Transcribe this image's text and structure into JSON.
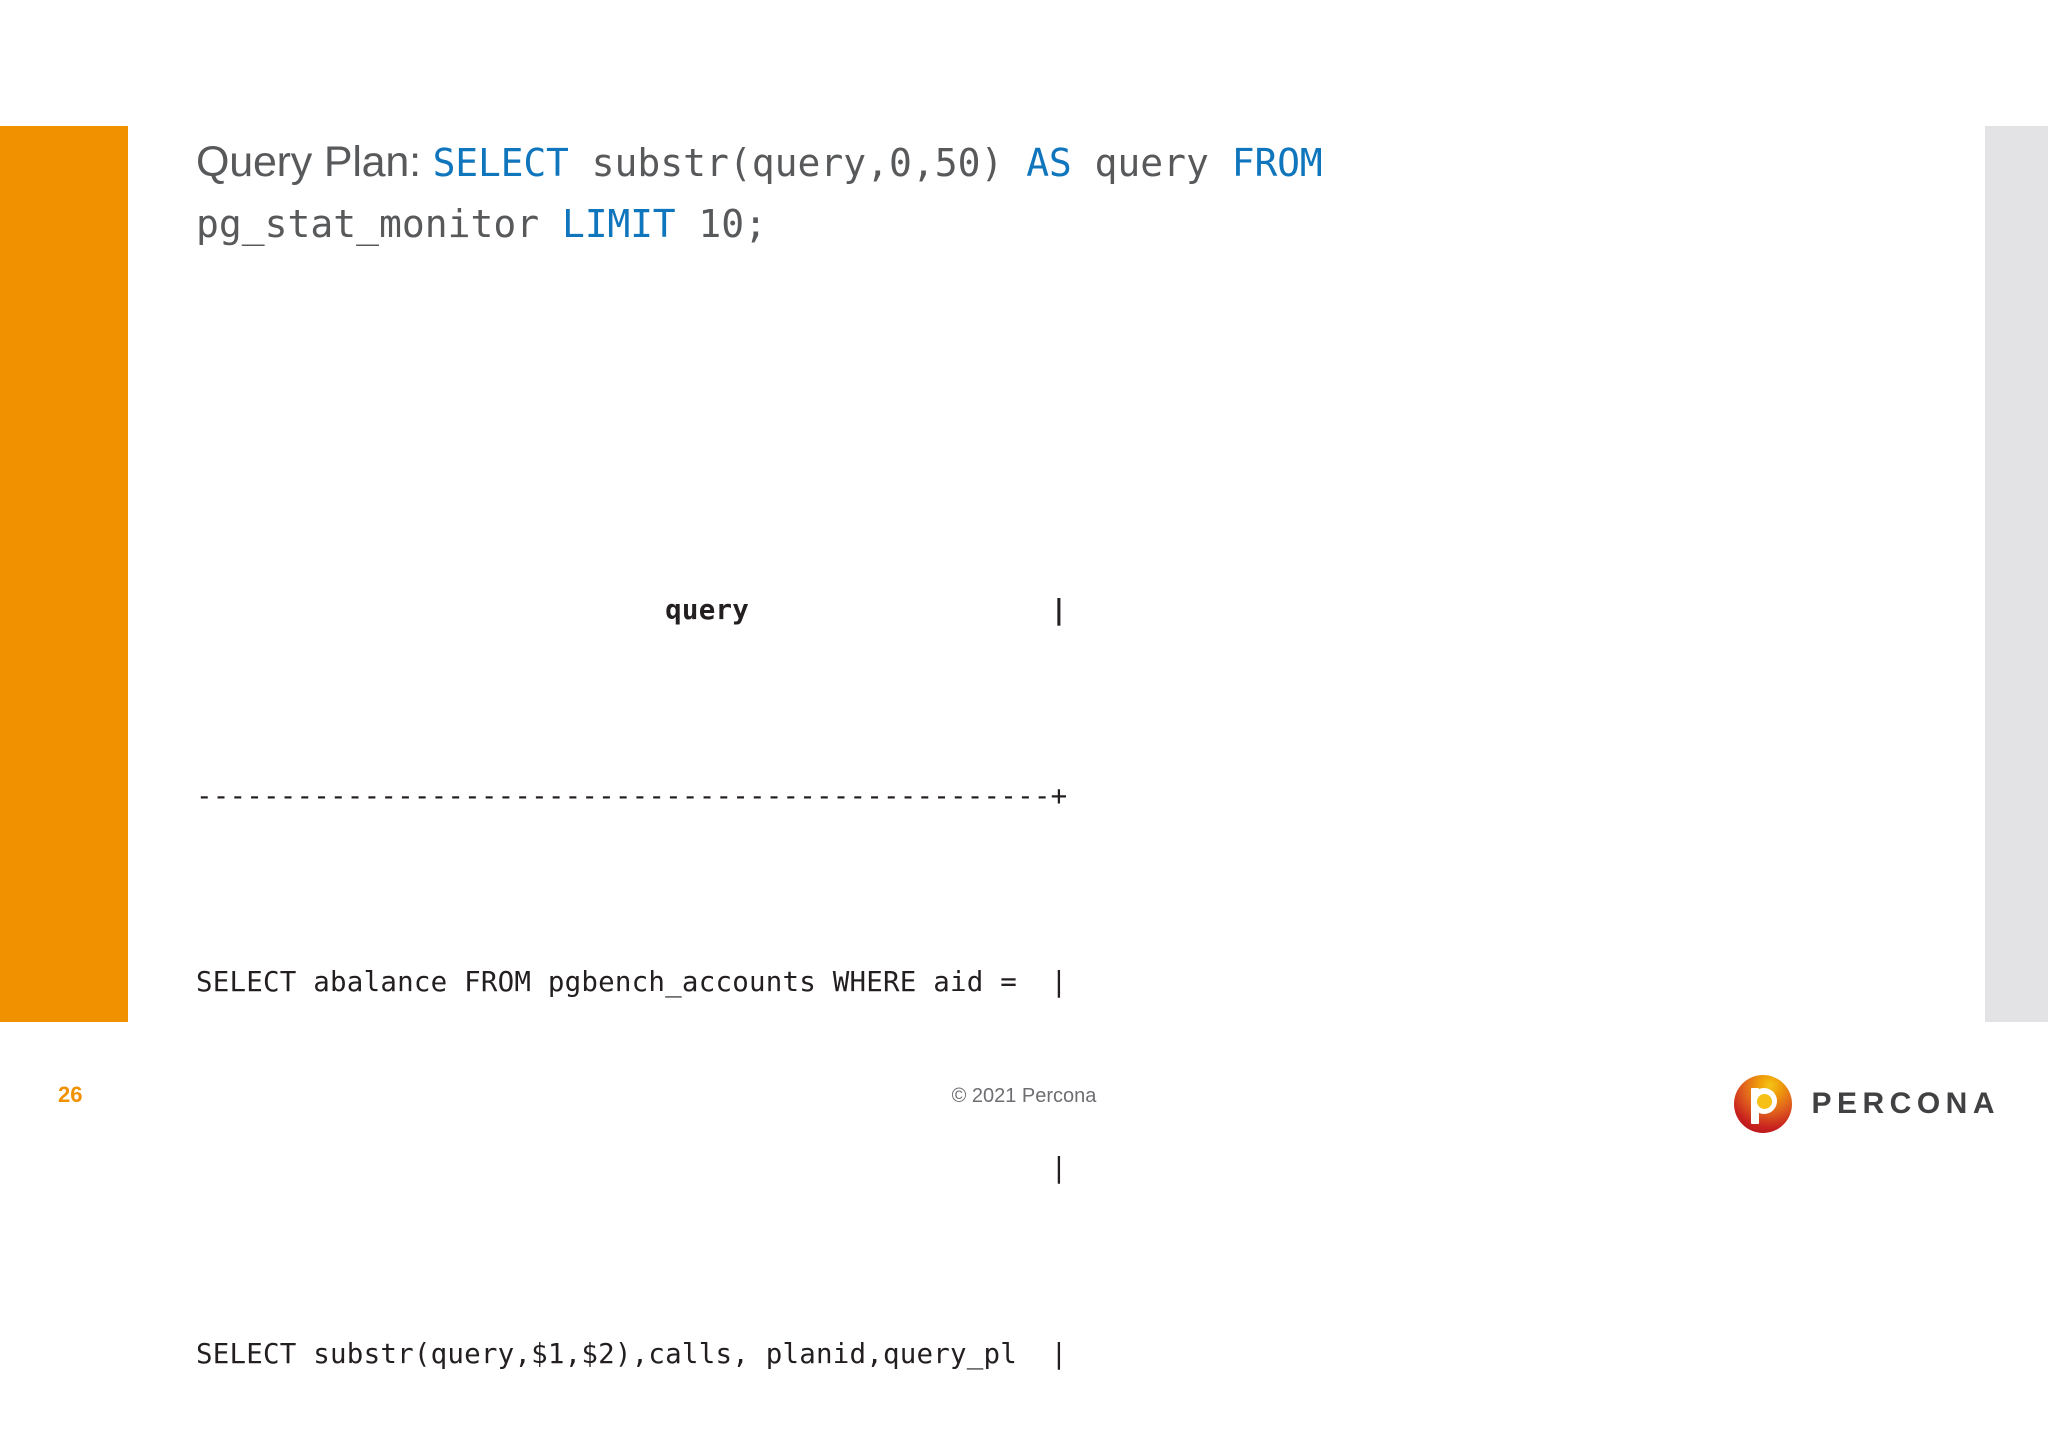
{
  "slide": {
    "title_label": "Query Plan: ",
    "title_tokens": [
      {
        "text": "SELECT",
        "kind": "keyword"
      },
      {
        "text": " substr(query,0,50) ",
        "kind": "code"
      },
      {
        "text": "AS",
        "kind": "keyword"
      },
      {
        "text": " query ",
        "kind": "code"
      },
      {
        "text": "FROM",
        "kind": "keyword"
      },
      {
        "text": " pg_stat_monitor ",
        "kind": "code"
      },
      {
        "text": "LIMIT",
        "kind": "keyword"
      },
      {
        "text": " 10;",
        "kind": "code"
      }
    ],
    "title_line1_keyword_1": "SELECT",
    "title_line1_code_1": " substr(query,0,50) ",
    "title_line1_keyword_2": "AS",
    "title_line1_code_2": " query ",
    "title_line1_keyword_3": "FROM",
    "title_line2_code_1": "pg_stat_monitor ",
    "title_line2_keyword_1": "LIMIT",
    "title_line2_code_2": " 10;"
  },
  "result": {
    "header_line": "                            query                  |",
    "separator_line": "---------------------------------------------------+",
    "rows": [
      "SELECT abalance FROM pgbench_accounts WHERE aid =  |",
      "                                                   |",
      "SELECT substr(query,$1,$2),calls, planid,query_pl  |"
    ]
  },
  "footer": {
    "page_number": "26",
    "copyright": "© 2021 Percona",
    "logo_word": "PERCONA"
  },
  "colors": {
    "accent_orange": "#f29100",
    "accent_gray": "#e3e3e5",
    "keyword_blue": "#0f75bc",
    "title_gray": "#58595b",
    "body_black": "#231f20"
  }
}
